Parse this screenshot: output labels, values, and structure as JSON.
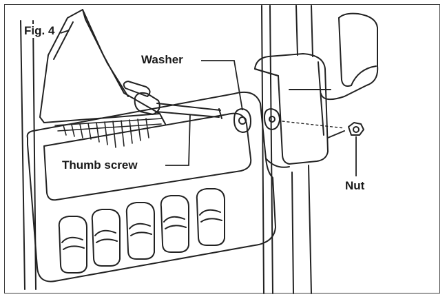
{
  "figure": {
    "fig_label": "Fig. 4",
    "labels": {
      "washer": "Washer",
      "thumb_screw": "Thumb screw",
      "nut": "Nut"
    }
  },
  "colors": {
    "line": "#222222",
    "background": "#ffffff",
    "shade": "#e9e9e9"
  }
}
